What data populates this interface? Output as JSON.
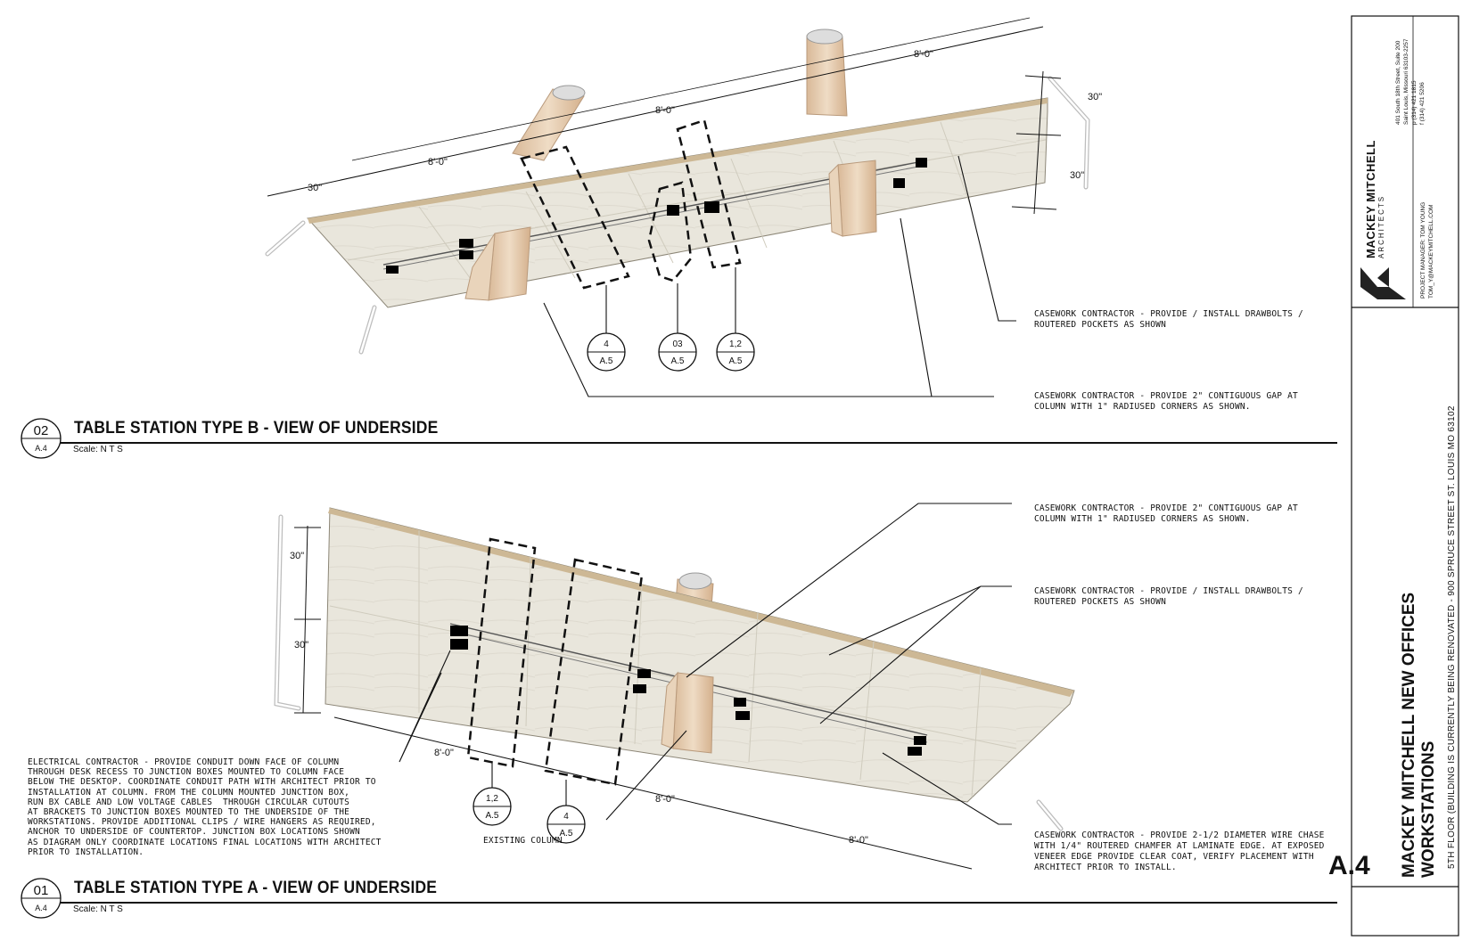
{
  "sheet": {
    "number": "A.4",
    "project_title_line1": "MACKEY MITCHELL NEW OFFICES",
    "project_title_line2": "WORKSTATIONS",
    "project_subtitle": "5TH FLOOR (BUILDING IS CURRENTLY BEING RENOVATED - 900 SPRUCE STREET  ST. LOUIS MO 63102",
    "firm_name": "MACKEY MITCHELL",
    "firm_sub": "ARCHITECTS",
    "address_lines": [
      "401 South 18th Street, Suite 200",
      "Saint Louis, Missouri  63103-2257",
      "p    (314) 421 1815",
      "f    (314) 421 5206"
    ],
    "contact_line1": "PROJECT MANAGER: TOM YOUNG",
    "contact_line2": "TOM_Y@MACKEYMITCHELL.COM"
  },
  "view_b": {
    "number": "02",
    "sheet_ref": "A.4",
    "title": "TABLE STATION TYPE B - VIEW OF UNDERSIDE",
    "scale": "Scale: N T S",
    "dimensions": [
      "30\"",
      "8'-0\"",
      "8'-0\"",
      "8'-0\"",
      "30\"",
      "30\""
    ],
    "callouts": [
      {
        "top": "4",
        "bottom": "A.5"
      },
      {
        "top": "03",
        "bottom": "A.5"
      },
      {
        "top": "1,2",
        "bottom": "A.5"
      }
    ],
    "notes": [
      "CASEWORK CONTRACTOR - PROVIDE / INSTALL DRAWBOLTS /\nROUTERED POCKETS AS SHOWN",
      "CASEWORK CONTRACTOR - PROVIDE 2\" CONTIGUOUS GAP AT\nCOLUMN WITH 1\" RADIUSED CORNERS AS SHOWN."
    ]
  },
  "view_a": {
    "number": "01",
    "sheet_ref": "A.4",
    "title": "TABLE STATION TYPE A - VIEW OF UNDERSIDE",
    "scale": "Scale: N T S",
    "dimensions": [
      "30\"",
      "30\"",
      "8'-0\"",
      "8'-0\"",
      "8'-0\""
    ],
    "callouts": [
      {
        "top": "1,2",
        "bottom": "A.5"
      },
      {
        "top": "4",
        "bottom": "A.5"
      }
    ],
    "notes": [
      "CASEWORK CONTRACTOR - PROVIDE 2\" CONTIGUOUS GAP AT\nCOLUMN WITH 1\" RADIUSED CORNERS AS SHOWN.",
      "CASEWORK CONTRACTOR - PROVIDE / INSTALL DRAWBOLTS /\nROUTERED POCKETS AS SHOWN",
      "CASEWORK CONTRACTOR - PROVIDE 2-1/2 DIAMETER WIRE CHASE\nWITH 1/4\" ROUTERED CHAMFER AT LAMINATE EDGE. AT EXPOSED\nVENEER EDGE PROVIDE CLEAR COAT, VERIFY PLACEMENT WITH\nARCHITECT PRIOR TO INSTALL.",
      "EXISTING COLUMN",
      "ELECTRICAL CONTRACTOR - PROVIDE CONDUIT DOWN FACE OF COLUMN\nTHROUGH DESK RECESS TO JUNCTION BOXES MOUNTED TO COLUMN FACE\nBELOW THE DESKTOP. COORDINATE CONDUIT PATH WITH ARCHITECT PRIOR TO\nINSTALLATION AT COLUMN. FROM THE COLUMN MOUNTED JUNCTION BOX,\nRUN BX CABLE AND LOW VOLTAGE CABLES  THROUGH CIRCULAR CUTOUTS\nAT BRACKETS TO JUNCTION BOXES MOUNTED TO THE UNDERSIDE OF THE\nWORKSTATIONS. PROVIDE ADDITIONAL CLIPS / WIRE HANGERS AS REQUIRED,\nANCHOR TO UNDERSIDE OF COUNTERTOP. JUNCTION BOX LOCATIONS SHOWN\nAS DIAGRAM ONLY COORDINATE LOCATIONS FINAL LOCATIONS WITH ARCHITECT\nPRIOR TO INSTALLATION."
    ]
  }
}
